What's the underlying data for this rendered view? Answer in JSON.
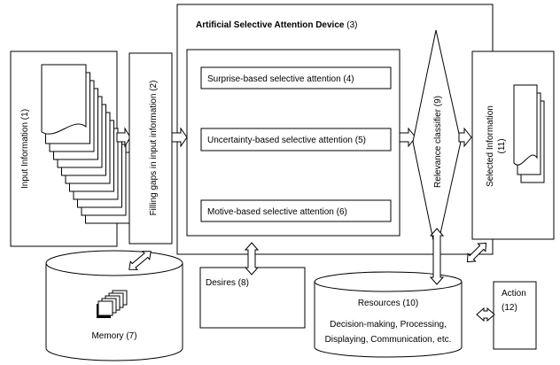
{
  "diagram": {
    "input_information": "Input Information (1)",
    "filling_gaps": "Filling gaps in input information (2)",
    "device_title": "Artificial Selective Attention Device",
    "device_number": "(3)",
    "surprise": "Surprise-based selective attention (4)",
    "uncertainty": "Uncertainty-based selective attention (5)",
    "motive": "Motive-based selective attention (6)",
    "relevance_classifier": "Relevance classifier (9)",
    "selected_information": "Selected Information",
    "selected_number": "(11)",
    "memory": "Memory (7)",
    "desires": "Desires (8)",
    "resources_title": "Resources (10)",
    "resources_line1": "Decision-making, Processing,",
    "resources_line2": "Displaying, Communication, etc.",
    "action": "Action",
    "action_number": "(12)"
  }
}
